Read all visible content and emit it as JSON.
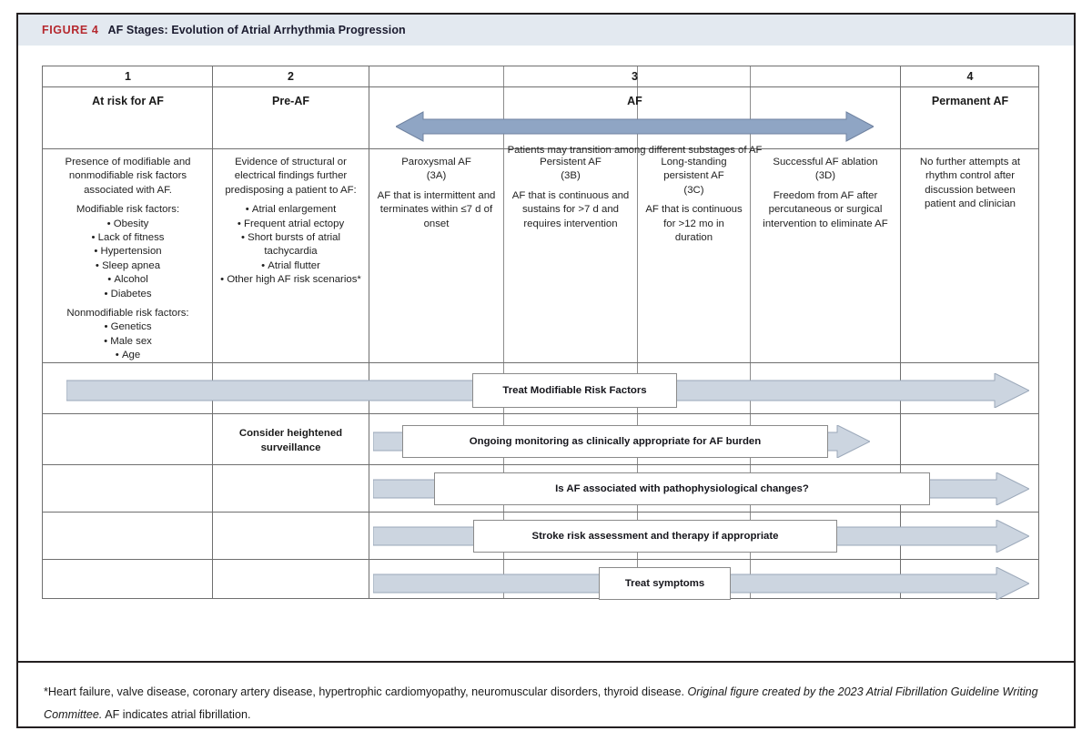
{
  "figure": {
    "label": "FIGURE 4",
    "title": "AF Stages: Evolution of Atrial Arrhythmia Progression",
    "label_color": "#b5292f",
    "header_bg": "#e3e9f0"
  },
  "colors": {
    "transition_arrow": "#8fa5c4",
    "process_arrow": "#ccd5e0",
    "arrow_stroke": "#8a9ab0",
    "grid_line": "#6f6f6f",
    "border": "#231f20"
  },
  "stages": [
    {
      "number": "1",
      "name": "At risk for AF"
    },
    {
      "number": "2",
      "name": "Pre-AF"
    },
    {
      "number": "3",
      "name": "AF"
    },
    {
      "number": "4",
      "name": "Permanent AF"
    }
  ],
  "transition_note": "Patients may transition among different substages of AF",
  "stage1_content": {
    "intro": "Presence of modifiable and nonmodifiable risk factors associated with AF.",
    "modifiable_heading": "Modifiable risk factors:",
    "modifiable": [
      "Obesity",
      "Lack of fitness",
      "Hypertension",
      "Sleep apnea",
      "Alcohol",
      "Diabetes"
    ],
    "nonmodifiable_heading": "Nonmodifiable risk factors:",
    "nonmodifiable": [
      "Genetics",
      "Male sex",
      "Age"
    ]
  },
  "stage2_content": {
    "intro": "Evidence of structural or electrical findings further predisposing a patient to AF:",
    "items": [
      "Atrial enlargement",
      "Frequent atrial ectopy",
      "Short bursts of atrial tachycardia",
      "Atrial flutter",
      "Other high AF risk scenarios*"
    ]
  },
  "substages": [
    {
      "title": "Paroxysmal AF",
      "code": "(3A)",
      "description": "AF that is intermittent and terminates within ≤7 d of onset"
    },
    {
      "title": "Persistent AF",
      "code": "(3B)",
      "description": "AF that is continuous and sustains for >7 d and requires intervention"
    },
    {
      "title": "Long-standing persistent AF",
      "code": "(3C)",
      "description": "AF that is continuous for >12 mo in duration"
    },
    {
      "title": "Successful AF ablation",
      "code": "(3D)",
      "description": "Freedom from AF after percutaneous or surgical intervention to eliminate AF"
    }
  ],
  "stage4_content": {
    "description": "No further attempts at rhythm control after discussion between patient and clinician"
  },
  "process_arrows": [
    {
      "label": "Treat Modifiable Risk Factors",
      "starts_at_stage": 1,
      "ends_at_stage": 4
    },
    {
      "label": "Ongoing monitoring as clinically appropriate for AF burden",
      "starts_at_stage": 3,
      "ends_at_stage": 3
    },
    {
      "label": "Is AF associated with pathophysiological changes?",
      "starts_at_stage": 3,
      "ends_at_stage": 4
    },
    {
      "label": "Stroke risk assessment and therapy if appropriate",
      "starts_at_stage": 3,
      "ends_at_stage": 4
    },
    {
      "label": "Treat symptoms",
      "starts_at_stage": 3,
      "ends_at_stage": 4
    }
  ],
  "surveillance_note": "Consider heightened surveillance",
  "footnote": {
    "part1": "*Heart failure, valve disease, coronary artery disease, hypertrophic cardiomyopathy, neuromuscular disorders, thyroid disease. ",
    "italic": "Original figure created by the 2023 Atrial Fibrillation Guideline Writing Committee.",
    "part2": " AF indicates atrial fibrillation."
  }
}
